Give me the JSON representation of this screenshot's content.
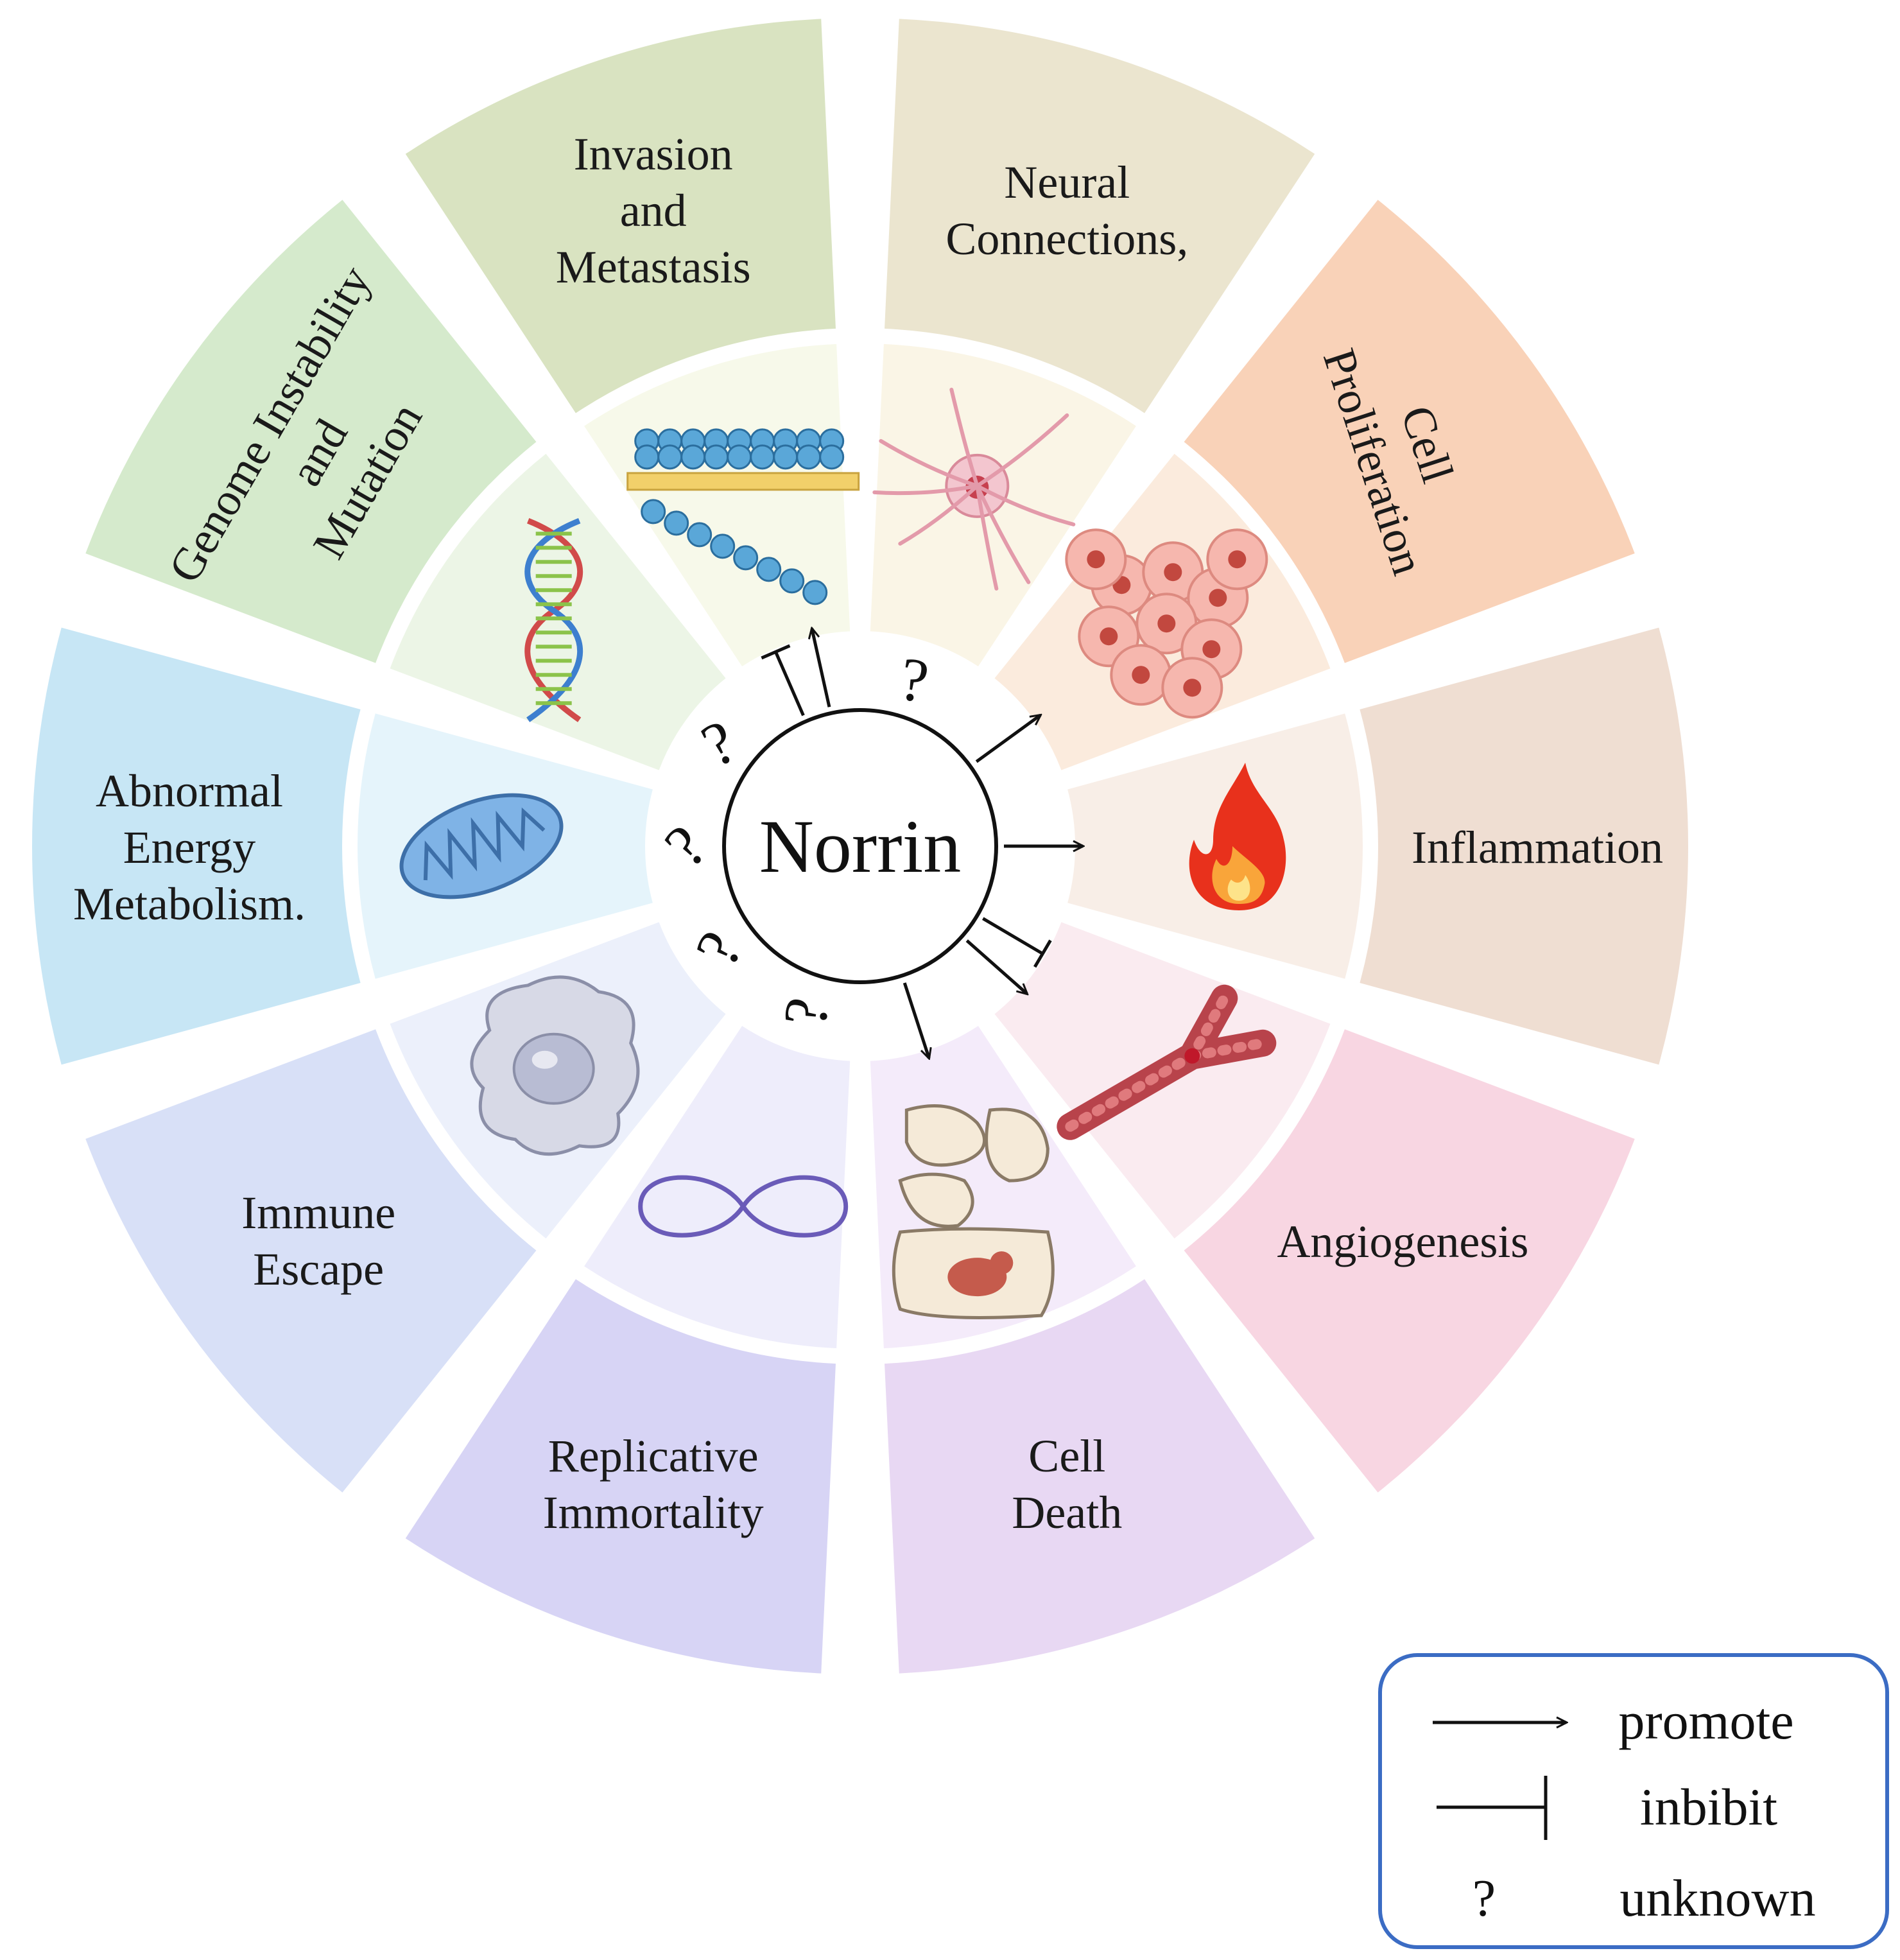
{
  "center": {
    "label": "Norrin"
  },
  "segments": [
    {
      "id": "neural",
      "label_lines": [
        "Neural",
        "Connections,"
      ],
      "outer_color": "#ebe5cf",
      "inner_color": "#faf5e6",
      "illustration": "neuron-icon",
      "relation": "unknown"
    },
    {
      "id": "proliferation",
      "label_lines": [
        "Cell",
        "Proliferation"
      ],
      "outer_color": "#f9d2b8",
      "inner_color": "#fbebdd",
      "illustration": "cell-cluster-icon",
      "relation": "promote"
    },
    {
      "id": "inflammation",
      "label_lines": [
        "Inflammation"
      ],
      "outer_color": "#efded2",
      "inner_color": "#f8eee7",
      "illustration": "flame-icon",
      "relation": "promote"
    },
    {
      "id": "angiogenesis",
      "label_lines": [
        "Angiogenesis"
      ],
      "outer_color": "#f8d6e2",
      "inner_color": "#faebf0",
      "illustration": "blood-vessel-icon",
      "relation": "promote-and-inhibit"
    },
    {
      "id": "death",
      "label_lines": [
        "Cell",
        "Death"
      ],
      "outer_color": "#e8d8f3",
      "inner_color": "#f4ebfa",
      "illustration": "dying-cells-icon",
      "relation": "promote"
    },
    {
      "id": "immortality",
      "label_lines": [
        "Replicative",
        "Immortality"
      ],
      "outer_color": "#d7d4f5",
      "inner_color": "#eeedfb",
      "illustration": "infinity-icon",
      "relation": "unknown"
    },
    {
      "id": "immune",
      "label_lines": [
        "Immune",
        "Escape"
      ],
      "outer_color": "#d8e0f7",
      "inner_color": "#ecf0fb",
      "illustration": "immune-cell-icon",
      "relation": "unknown"
    },
    {
      "id": "energy",
      "label_lines": [
        "Abnormal",
        "Energy",
        "Metabolism."
      ],
      "outer_color": "#c7e6f5",
      "inner_color": "#e5f4fb",
      "illustration": "mitochondrion-icon",
      "relation": "unknown"
    },
    {
      "id": "genome",
      "label_lines": [
        "Genome Instability",
        "and",
        "Mutation"
      ],
      "outer_color": "#d5eacc",
      "inner_color": "#ecf5e6",
      "illustration": "dna-helix-icon",
      "relation": "unknown"
    },
    {
      "id": "invasion",
      "label_lines": [
        "Invasion",
        "and",
        "Metastasis"
      ],
      "outer_color": "#d9e3c1",
      "inner_color": "#f7f9ea",
      "illustration": "invading-cells-icon",
      "relation": "promote-and-inhibit"
    }
  ],
  "question_mark": "?",
  "legend": {
    "promote": "promote",
    "inhibit": "inbibit",
    "unknown_symbol": "?",
    "unknown": "unknown",
    "border_color": "#3b6cc4"
  }
}
